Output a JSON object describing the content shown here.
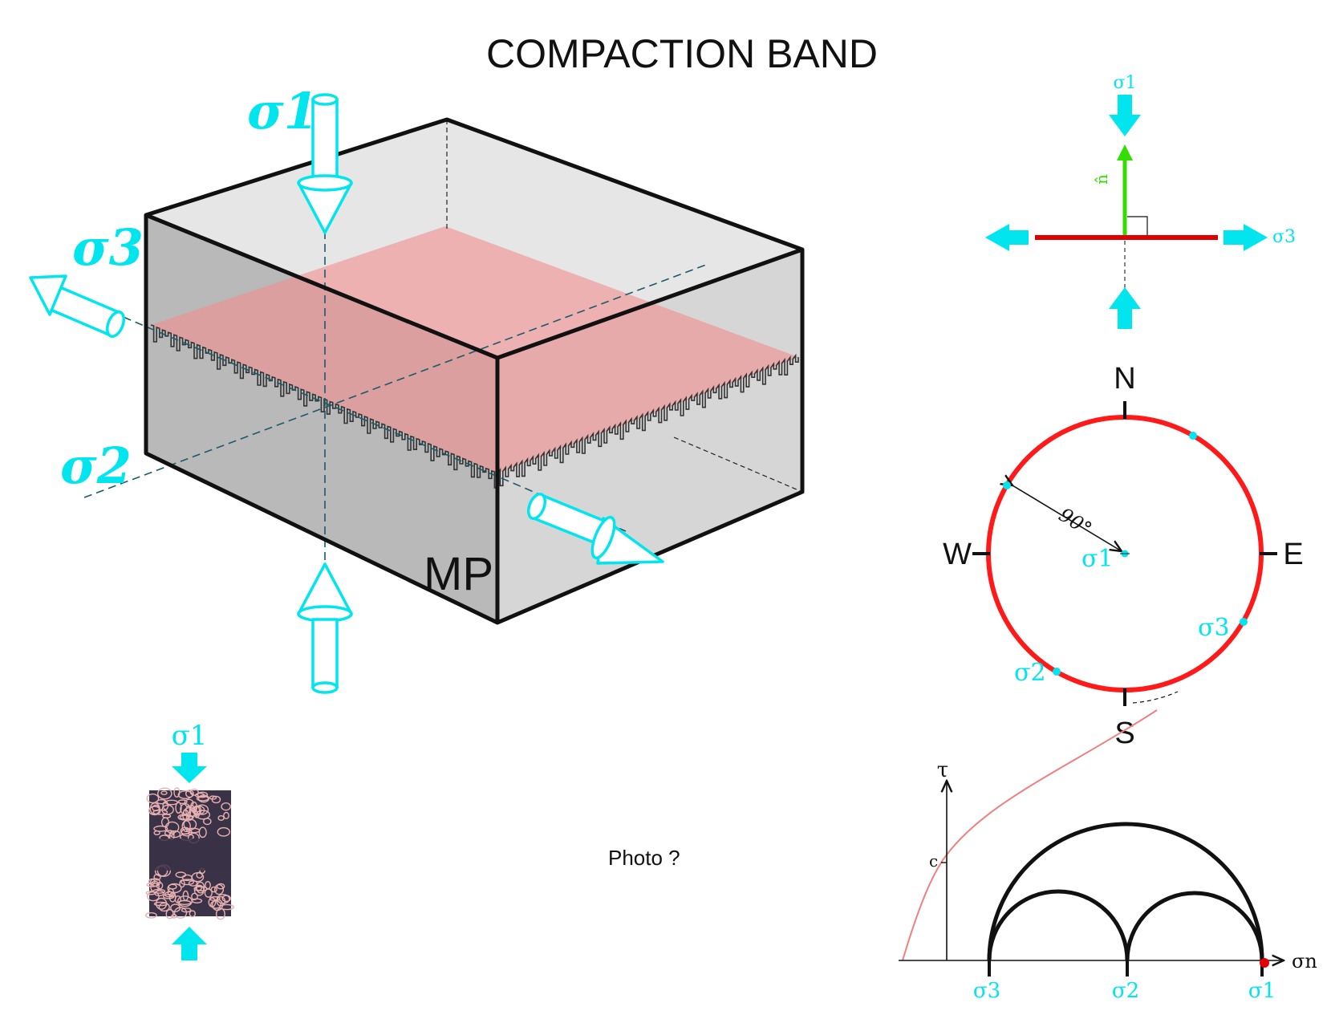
{
  "title": "COMPACTION BAND",
  "colors": {
    "stress_arrow": "#00e5ee",
    "band_plane": "#f0a0a0",
    "band_line": "#e00000",
    "normal_vector": "#33dd00",
    "mohr_circle": "#111111",
    "failure_envelope": "#f08080",
    "block_front": "#b8b8b8",
    "block_side": "#d4d4d4",
    "block_top": "#e4e4e4",
    "axis_dash": "#1a5a6a"
  },
  "block": {
    "label": "MP",
    "sigma1_label": "σ1",
    "sigma2_label": "σ2",
    "sigma3_label": "σ3"
  },
  "plane_sketch": {
    "sigma1_label": "σ1",
    "sigma3_label": "σ3",
    "normal_label": "n̂",
    "icons": [
      "arrow-down-icon",
      "arrow-up-icon",
      "arrow-left-icon",
      "arrow-right-icon",
      "right-angle-icon"
    ]
  },
  "stereonet": {
    "north": "N",
    "south": "S",
    "east": "E",
    "west": "W",
    "angle_label": "90°",
    "sigma1_label": "σ1",
    "sigma2_label": "σ2",
    "sigma3_label": "σ3"
  },
  "sample": {
    "sigma1_label": "σ1"
  },
  "photo_placeholder": "Photo ?",
  "mohr": {
    "tau_label": "τ",
    "sigma_n_label": "σn",
    "cohesion_label": "c",
    "sigma3_label": "σ3",
    "sigma2_label": "σ2",
    "sigma1_label": "σ1"
  }
}
